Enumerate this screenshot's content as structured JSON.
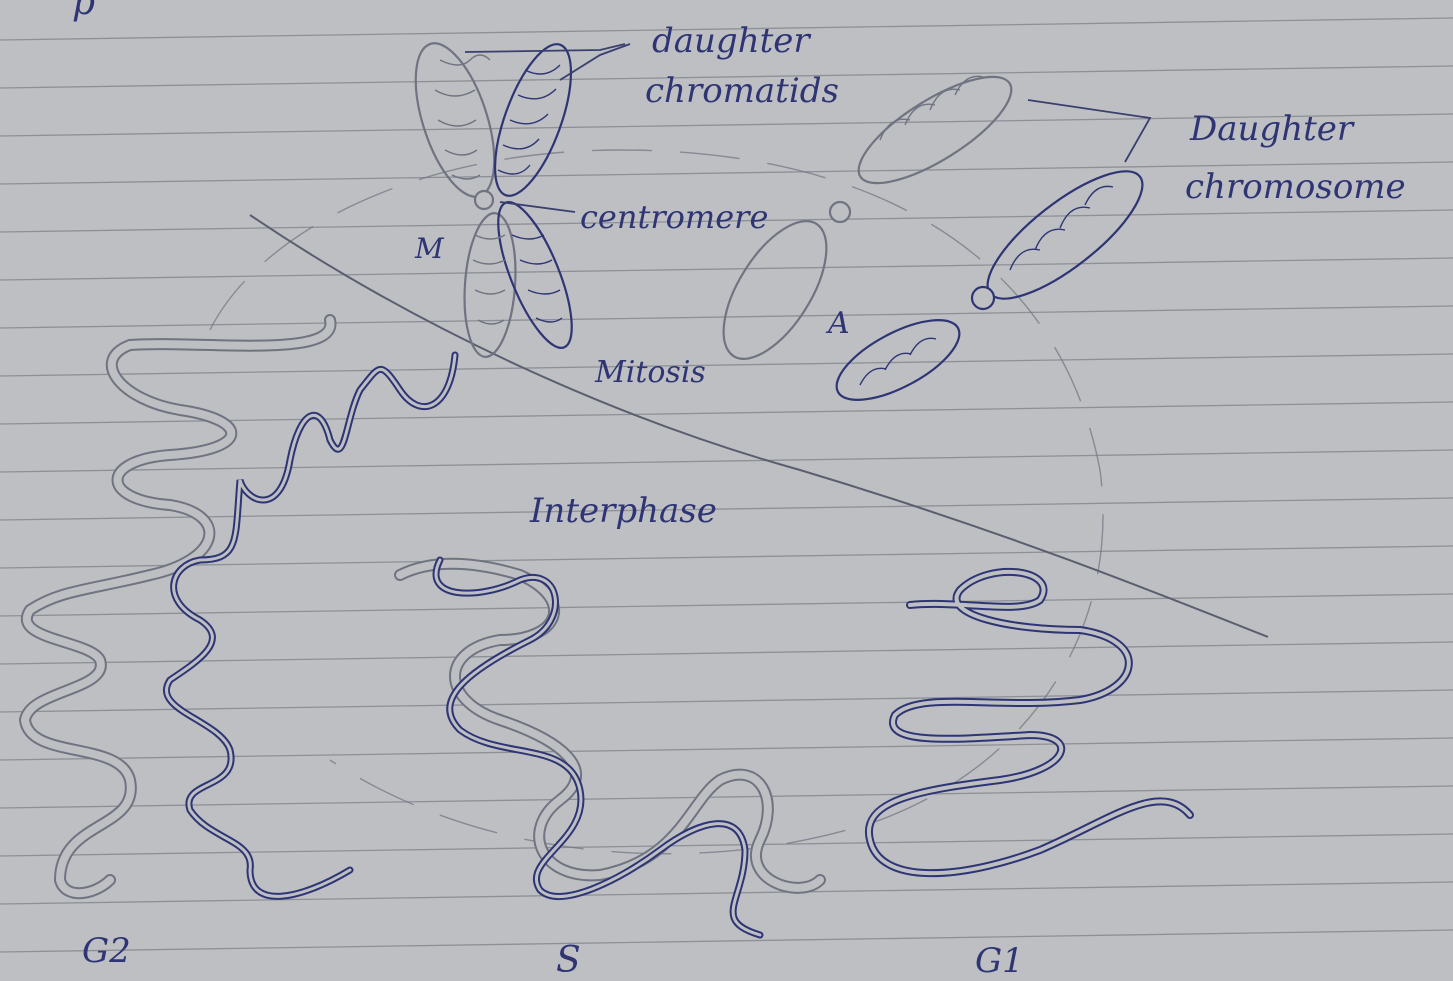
{
  "colors": {
    "paper": "#bdbfc3",
    "rule_line": "#8d9096",
    "ink": "#2f3574",
    "pencil": "#6f7480"
  },
  "labels": {
    "top_fragment": "p",
    "daughter_chromatids": [
      "daughter",
      "chromatids"
    ],
    "centromere": "centromere",
    "metaphase_letter": "M",
    "anaphase_letter": "A",
    "daughter_chromosome": [
      "Daughter",
      "chromosome"
    ],
    "mitosis": "Mitosis",
    "interphase": "Interphase",
    "g2": "G2",
    "s": "S",
    "g1": "G1"
  }
}
